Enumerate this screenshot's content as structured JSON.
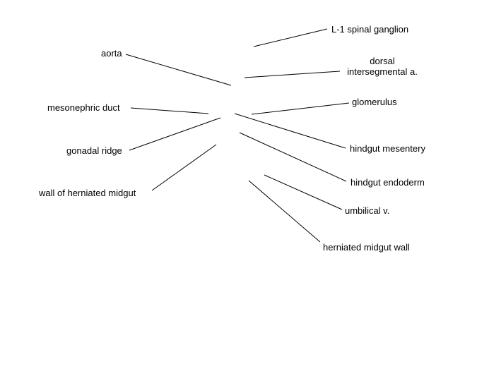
{
  "labels": {
    "l1_spinal_ganglion": "L-1 spinal ganglion",
    "aorta": "aorta",
    "dorsal_line1": "dorsal",
    "dorsal_line2": "intersegmental a.",
    "glomerulus": "glomerulus",
    "mesonephric_duct": "mesonephric duct",
    "hindgut_mesentery": "hindgut mesentery",
    "gonadal_ridge": "gonadal ridge",
    "hindgut_endoderm": "hindgut endoderm",
    "wall_of_herniated_midgut": "wall of herniated midgut",
    "umbilical_v": "umbilical v.",
    "herniated_midgut_wall": "herniated midgut wall"
  },
  "colors": {
    "line": "#000000",
    "text": "#000000",
    "background": "#ffffff"
  }
}
